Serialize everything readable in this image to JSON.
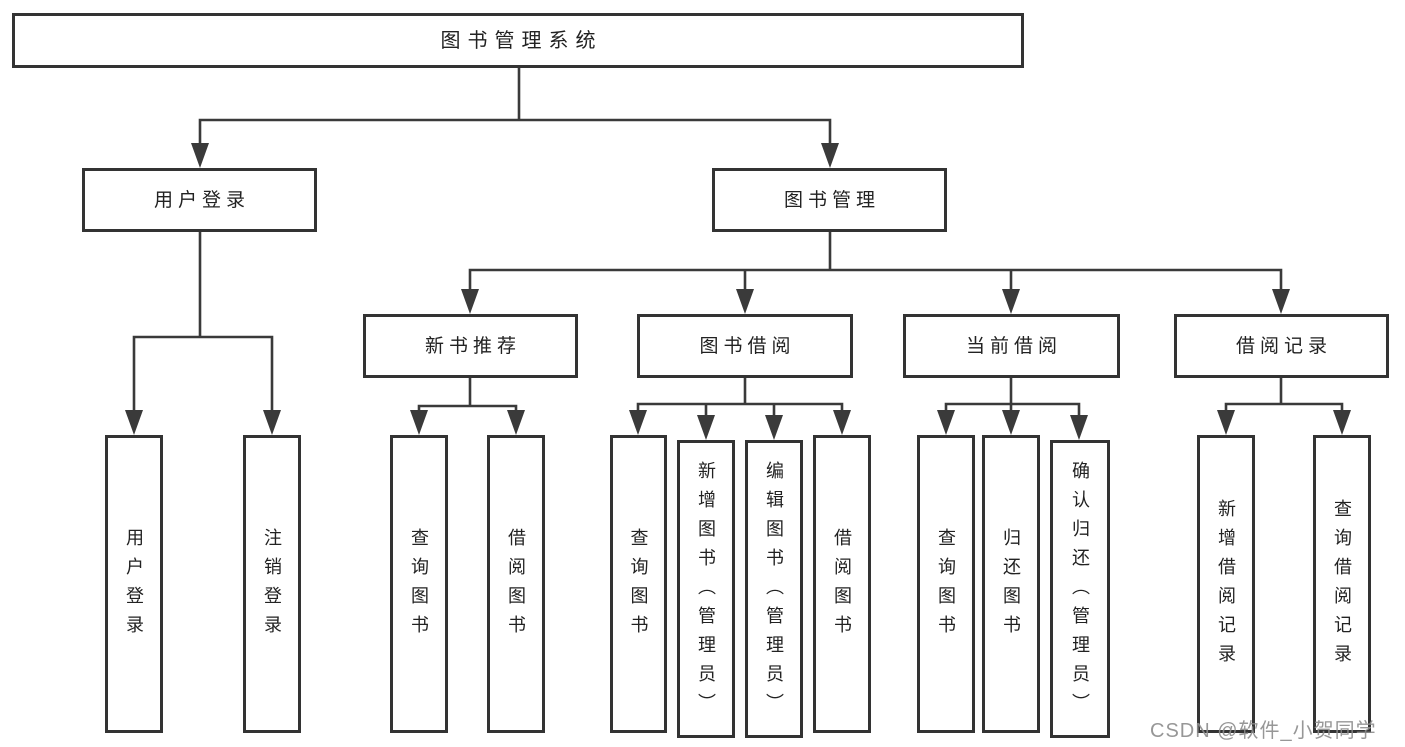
{
  "tree": {
    "label": "图书管理系统",
    "children": [
      {
        "label": "用户登录",
        "children": [
          {
            "label": "用户登录"
          },
          {
            "label": "注销登录"
          }
        ]
      },
      {
        "label": "图书管理",
        "children": [
          {
            "label": "新书推荐",
            "children": [
              {
                "label": "查询图书"
              },
              {
                "label": "借阅图书"
              }
            ]
          },
          {
            "label": "图书借阅",
            "children": [
              {
                "label": "查询图书"
              },
              {
                "label": "新增图书（管理员）"
              },
              {
                "label": "编辑图书（管理员）"
              },
              {
                "label": "借阅图书"
              }
            ]
          },
          {
            "label": "当前借阅",
            "children": [
              {
                "label": "查询图书"
              },
              {
                "label": "归还图书"
              },
              {
                "label": "确认归还（管理员）"
              }
            ]
          },
          {
            "label": "借阅记录",
            "children": [
              {
                "label": "新增借阅记录"
              },
              {
                "label": "查询借阅记录"
              }
            ]
          }
        ]
      }
    ]
  },
  "watermark": "CSDN @软件_小贺同学",
  "colors": {
    "line": "#3a3a3a",
    "box_border": "#333333",
    "box_fill": "#ffffff",
    "label_text": "#222222",
    "watermark_text": "#8c8c8c",
    "background": "#ffffff"
  }
}
